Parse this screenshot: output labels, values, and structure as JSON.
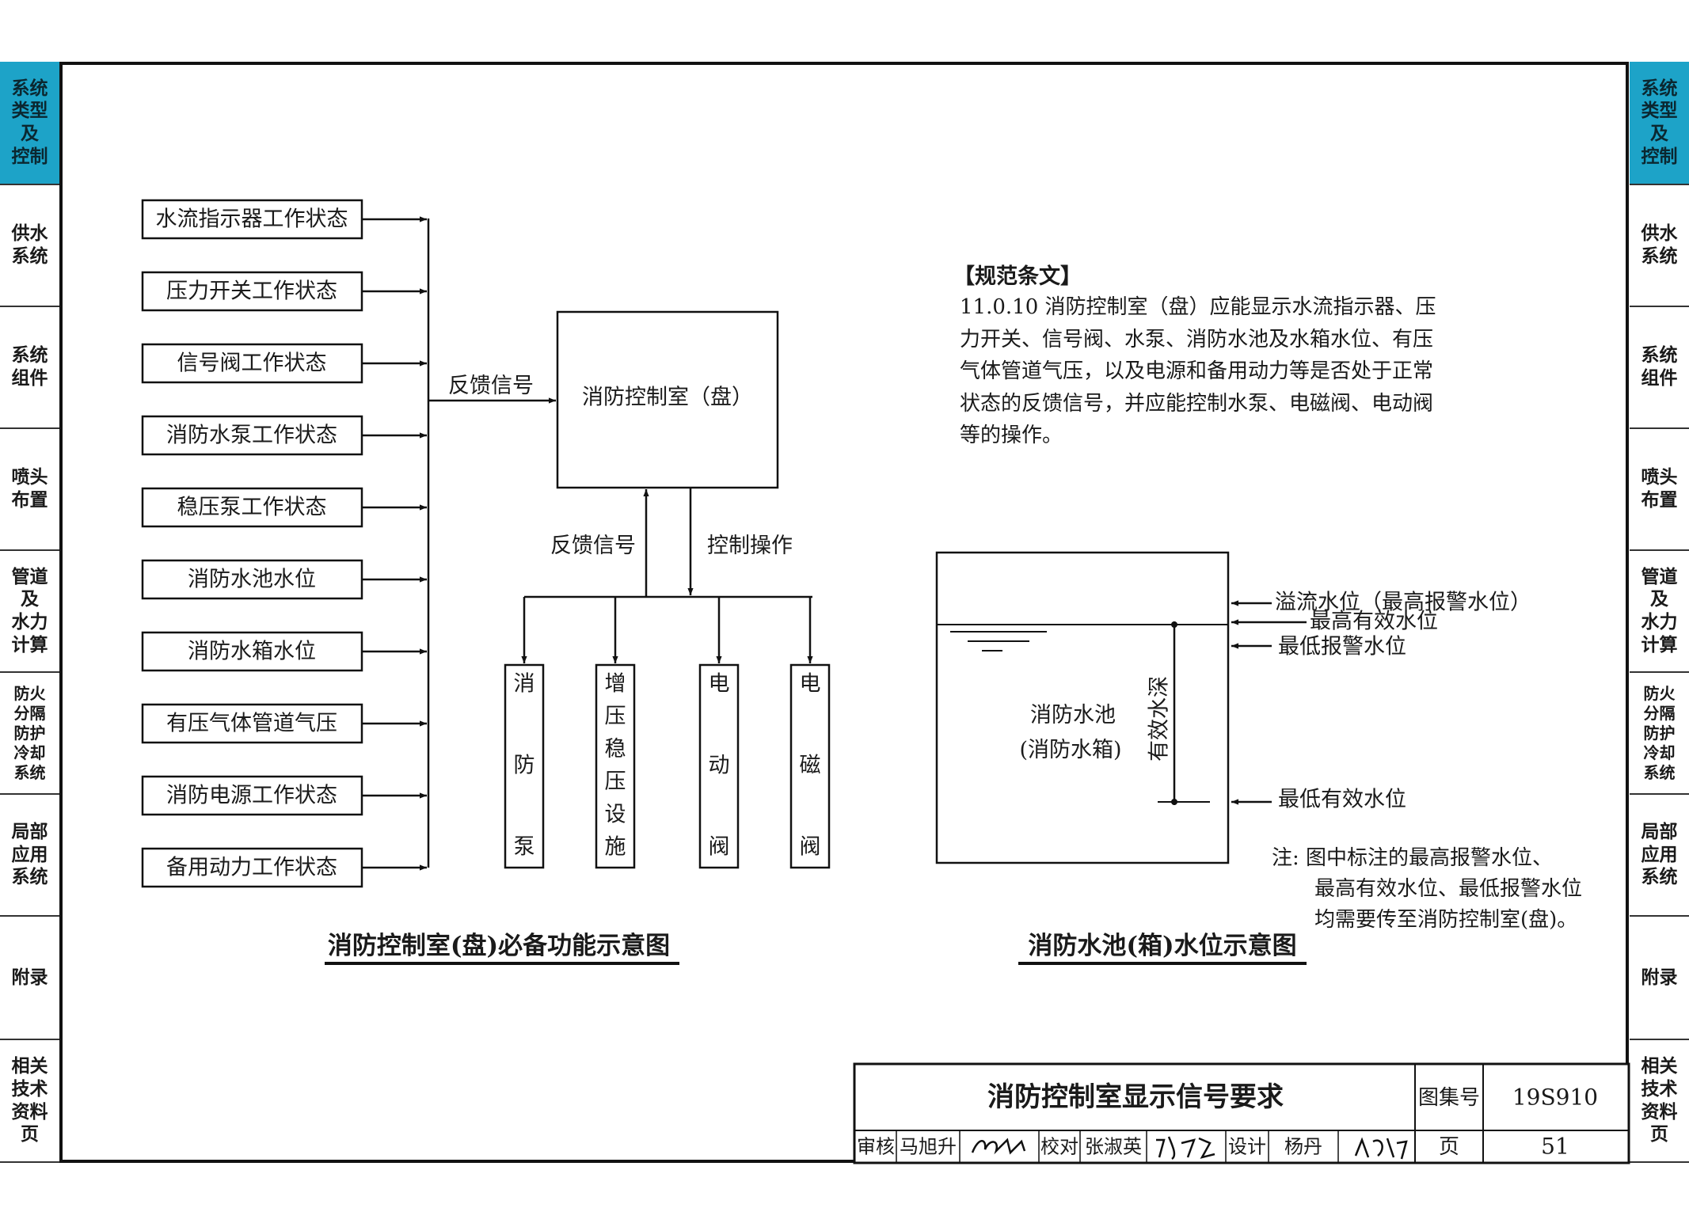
{
  "side_tabs": [
    {
      "label": "系统\n类型\n及\n控制",
      "active": true
    },
    {
      "label": "供水\n系统",
      "active": false
    },
    {
      "label": "系统\n组件",
      "active": false
    },
    {
      "label": "喷头\n布置",
      "active": false
    },
    {
      "label": "管道\n及\n水力\n计算",
      "active": false
    },
    {
      "label": "防火\n分隔\n防护\n冷却\n系统",
      "active": false
    },
    {
      "label": "局部\n应用\n系统",
      "active": false
    },
    {
      "label": "附录",
      "active": false
    },
    {
      "label": "相关\n技术\n资料\n页",
      "active": false
    }
  ],
  "left_diagram": {
    "inputs": [
      "水流指示器工作状态",
      "压力开关工作状态",
      "信号阀工作状态",
      "消防水泵工作状态",
      "稳压泵工作状态",
      "消防水池水位",
      "消防水箱水位",
      "有压气体管道气压",
      "消防电源工作状态",
      "备用动力工作状态"
    ],
    "feedback_label": "反馈信号",
    "control_room": "消防控制室（盘）",
    "bottom_feedback_label": "反馈信号",
    "control_label": "控制操作",
    "devices": [
      [
        "消",
        "防",
        "泵"
      ],
      [
        "增",
        "压",
        "稳",
        "压",
        "设",
        "施"
      ],
      [
        "电",
        "动",
        "阀"
      ],
      [
        "电",
        "磁",
        "阀"
      ]
    ],
    "caption": "消防控制室(盘)必备功能示意图"
  },
  "code_clause": {
    "heading": "【规范条文】",
    "lines": [
      "11.0.10 消防控制室（盘）应能显示水流指示器、压",
      "力开关、信号阀、水泵、消防水池及水箱水位、有压",
      "气体管道气压，以及电源和备用动力等是否处于正常",
      "状态的反馈信号，并应能控制水泵、电磁阀、电动阀",
      "等的操作。"
    ]
  },
  "right_diagram": {
    "tank_line1": "消防水池",
    "tank_line2": "(消防水箱)",
    "depth_label": "有效水深",
    "levels": [
      "溢流水位（最高报警水位）",
      "最高有效水位",
      "最低报警水位",
      "最低有效水位"
    ],
    "note": [
      "注: 图中标注的最高报警水位、",
      "最高有效水位、最低报警水位",
      "均需要传至消防控制室(盘)。"
    ],
    "caption": "消防水池(箱)水位示意图"
  },
  "title_block": {
    "title": "消防控制室显示信号要求",
    "atlas_label": "图集号",
    "atlas_no": "19S910",
    "page_label": "页",
    "page_no": "51",
    "review_label": "审核",
    "reviewer": "马旭升",
    "check_label": "校对",
    "checker": "张淑英",
    "design_label": "设计",
    "designer": "杨丹"
  }
}
